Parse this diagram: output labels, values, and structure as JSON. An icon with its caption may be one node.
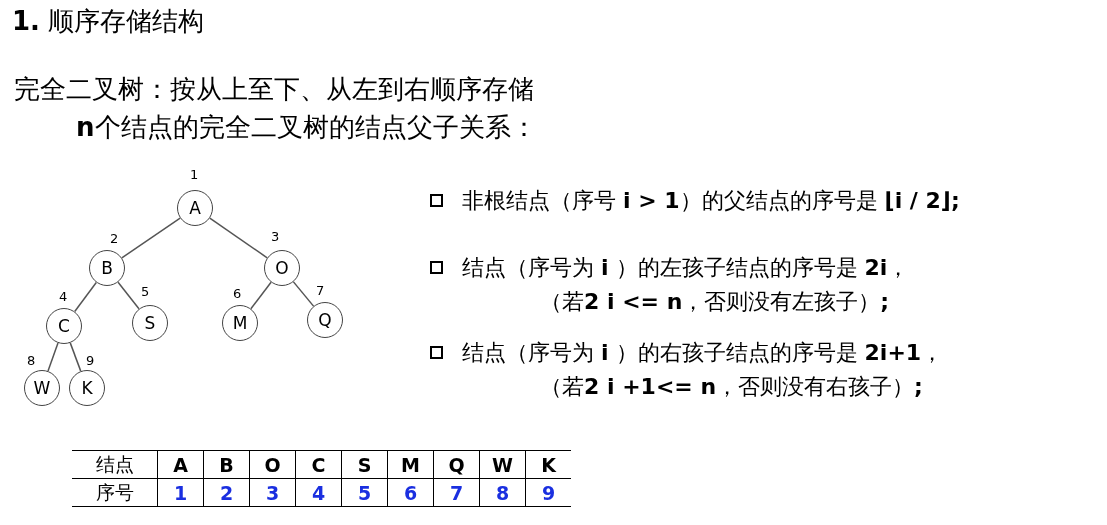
{
  "diagram": {
    "title": "**1.** 顺序存储结构",
    "nodes": [
      {
        "text": [
          "A"
        ],
        "beside": [
          "1"
        ]
      },
      {
        "text": [
          "B"
        ],
        "beside": [
          "2"
        ]
      },
      {
        "text": [
          "O"
        ],
        "beside": [
          "3"
        ]
      },
      {
        "text": [
          "C"
        ],
        "beside": [
          "4"
        ]
      },
      {
        "text": [
          "S"
        ],
        "beside": [
          "5"
        ]
      },
      {
        "text": [
          "M"
        ],
        "beside": [
          "6"
        ]
      },
      {
        "text": [
          "Q"
        ],
        "beside": [
          "7"
        ]
      },
      {
        "text": [
          "W"
        ],
        "beside": [
          "8"
        ]
      },
      {
        "text": [
          "K"
        ],
        "beside": [
          "9"
        ]
      }
    ],
    "edges": [
      {
        "from": 0,
        "to": 1,
        "arrow": "none"
      },
      {
        "from": 0,
        "to": 2,
        "arrow": "none"
      },
      {
        "from": 1,
        "to": 3,
        "arrow": "none"
      },
      {
        "from": 1,
        "to": 4,
        "arrow": "none"
      },
      {
        "from": 2,
        "to": 5,
        "arrow": "none"
      },
      {
        "from": 2,
        "to": 6,
        "arrow": "none"
      },
      {
        "from": 3,
        "to": 7,
        "arrow": "none"
      },
      {
        "from": 3,
        "to": 8,
        "arrow": "none"
      }
    ],
    "labels": [
      "完全二叉树：按从上至下、从左到右顺序存储",
      "**n**个结点的完全二叉树的结点父子关系：",
      "非根结点（序号 **i > 1**）的父结点的序号是 **⌊i / 2⌋;**",
      "结点（序号为 **i** ）的左孩子结点的序号是 **2i**，",
      "（若**2 i <= n**，否则没有左孩子）**;**",
      "结点（序号为 **i** ）的右孩子结点的序号是 **2i+1**，",
      "（若**2 i +1<= n**，否则没有右孩子）**;**",
      "结点",
      "A",
      "B",
      "O",
      "C",
      "S",
      "M",
      "Q",
      "W",
      "K",
      "序号",
      "1",
      "2",
      "3",
      "4",
      "5",
      "6",
      "7",
      "8",
      "9"
    ]
  }
}
